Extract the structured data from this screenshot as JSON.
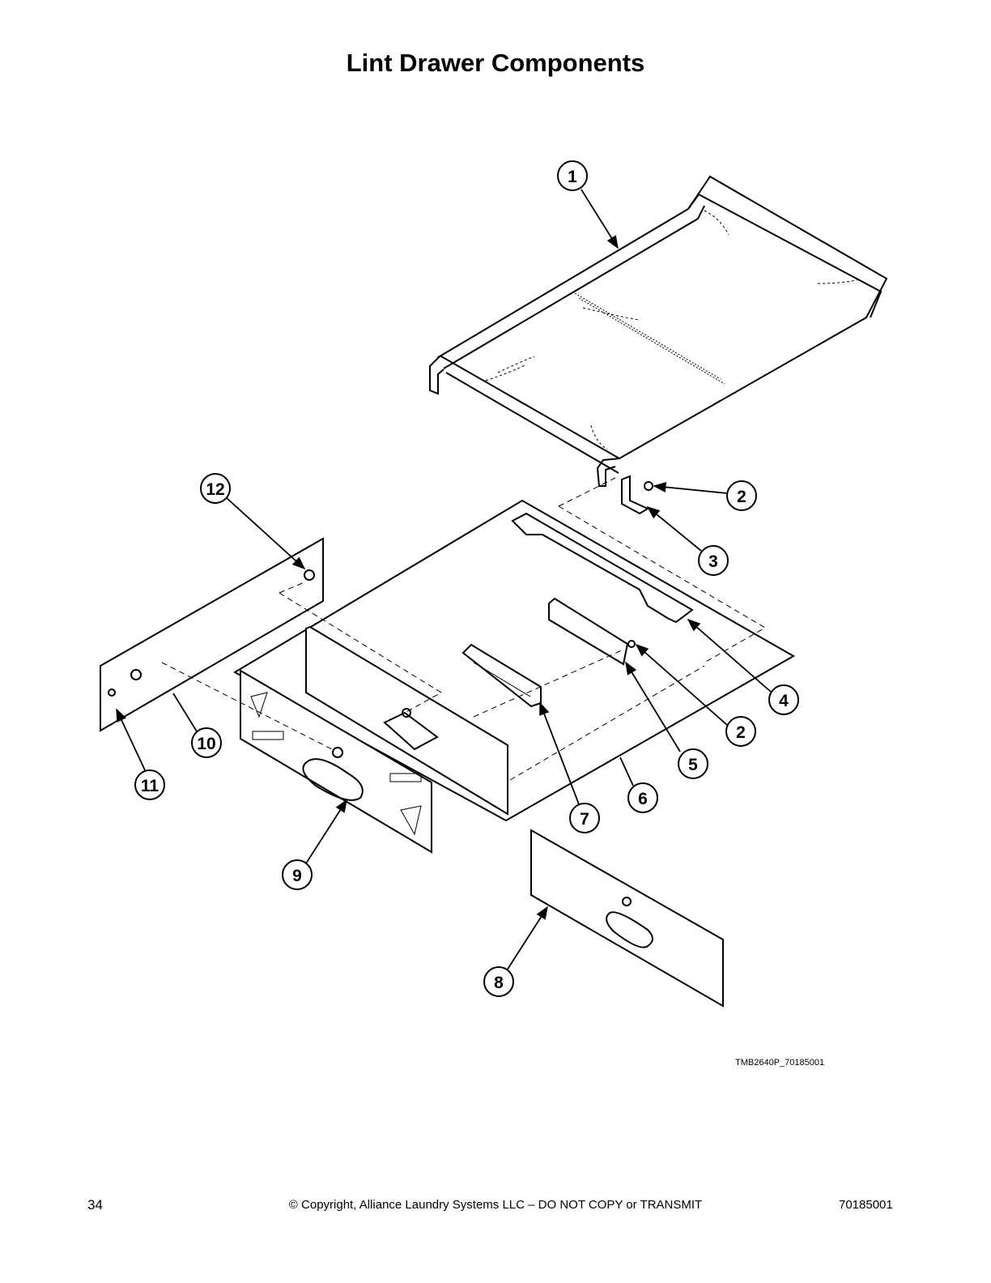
{
  "page": {
    "title": "Lint Drawer Components",
    "figure_code": "TMB2640P_70185001",
    "page_number": "34",
    "copyright": "© Copyright, Alliance Laundry Systems LLC – DO NOT COPY or TRANSMIT",
    "document_number": "70185001"
  },
  "callouts": [
    {
      "id": "c1",
      "label": "1"
    },
    {
      "id": "c2a",
      "label": "2"
    },
    {
      "id": "c3",
      "label": "3"
    },
    {
      "id": "c12",
      "label": "12"
    },
    {
      "id": "c4",
      "label": "4"
    },
    {
      "id": "c2b",
      "label": "2"
    },
    {
      "id": "c5",
      "label": "5"
    },
    {
      "id": "c10",
      "label": "10"
    },
    {
      "id": "c11",
      "label": "11"
    },
    {
      "id": "c6",
      "label": "6"
    },
    {
      "id": "c7",
      "label": "7"
    },
    {
      "id": "c9",
      "label": "9"
    },
    {
      "id": "c8",
      "label": "8"
    }
  ]
}
